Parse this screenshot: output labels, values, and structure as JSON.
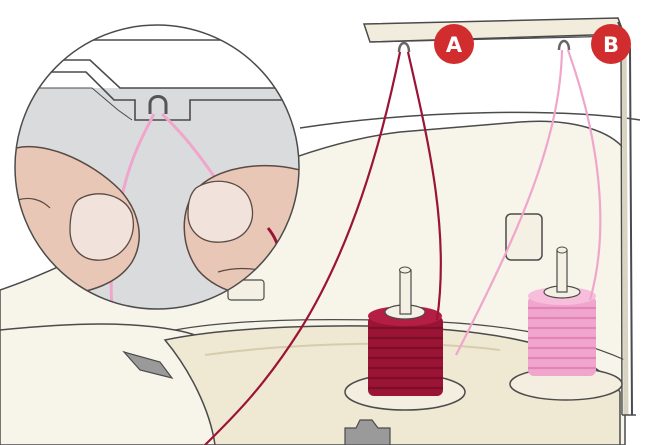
{
  "labels": {
    "guide_a": "A",
    "guide_b": "B"
  },
  "colors": {
    "badge": "#d12c2e",
    "dark_thread": "#9c1435",
    "pink_thread": "#f0a6cc",
    "machine_body": "#f7f4ea",
    "machine_outline": "#4b4b4b",
    "skin": "#e8c7b6"
  },
  "icons": {
    "spool_a": "dark-red-thread-spool",
    "spool_b": "pink-thread-spool",
    "thread_guide": "wire-thread-guide-hook"
  }
}
